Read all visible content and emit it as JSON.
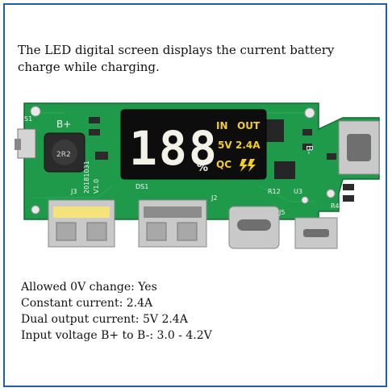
{
  "caption": "The LED digital screen displays the current battery charge while charging.",
  "display": {
    "digits": "188",
    "percent": "%",
    "in_label": "IN",
    "out_label": "OUT",
    "voltage": "5V",
    "current": "2.4A",
    "qc_label": "QC",
    "fast_icon": "lightning-bolts-icon"
  },
  "board": {
    "silk_b_plus": "B+",
    "silk_b_minus": "B-",
    "silk_s1": "S1",
    "inductor_code": "2R2",
    "silk_date": "20181031",
    "silk_version": "V1.0",
    "silk_ds1": "DS1",
    "silk_j2": "J2",
    "silk_j3": "J3",
    "silk_j5": "J5",
    "silk_u3": "U3",
    "silk_r40": "R40",
    "silk_r12": "R12",
    "colors": {
      "pcb": "#1f9a4a",
      "pcb_dark": "#157a38",
      "lcd_bg": "#0d0d0d",
      "digits": "#f2f2e6",
      "status_yellow": "#f4d01a",
      "metal": "#c9c9c9"
    }
  },
  "specs": [
    "Allowed 0V change: Yes",
    "Constant current: 2.4A",
    "Dual output current: 5V 2.4A",
    "Input voltage B+ to B-: 3.0 - 4.2V"
  ]
}
